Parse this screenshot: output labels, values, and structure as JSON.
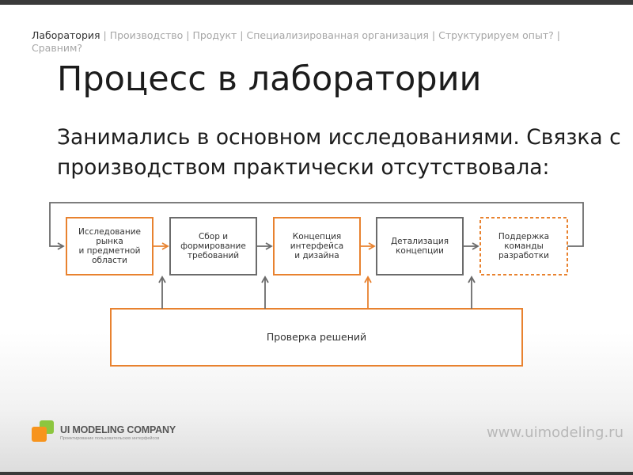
{
  "breadcrumb": {
    "items": [
      "Лаборатория",
      "Производство",
      "Продукт",
      "Специализированная организация",
      "Структурируем опыт?",
      "Сравним?"
    ],
    "separator": " | "
  },
  "slide": {
    "title": "Процесс в лаборатории",
    "body": "Занимались в основном исследованиями. Связка с производством практически отсутствовала:"
  },
  "diagram": {
    "boxes": [
      {
        "id": "research",
        "label": "Исследование\nрынка\nи предметной\nобласти",
        "style": "orange-solid"
      },
      {
        "id": "requirements",
        "label": "Сбор и\nформирование\nтребований",
        "style": "gray-solid"
      },
      {
        "id": "concept",
        "label": "Концепция\nинтерфейса\nи дизайна",
        "style": "orange-solid"
      },
      {
        "id": "detailing",
        "label": "Детализация\nконцепции",
        "style": "gray-solid"
      },
      {
        "id": "support",
        "label": "Поддержка\nкоманды\nразработки",
        "style": "orange-dashed"
      }
    ],
    "validation": {
      "label": "Проверка решений"
    },
    "colors": {
      "orange": "#e8822f",
      "gray": "#6b6b6b"
    }
  },
  "footer": {
    "logo_name": "UI MODELING COMPANY",
    "logo_tagline": "Проектирование пользовательских интерфейсов",
    "url": "www.uimodeling.ru",
    "logo_colors": {
      "green": "#8cc63f",
      "orange": "#f7941d"
    }
  }
}
